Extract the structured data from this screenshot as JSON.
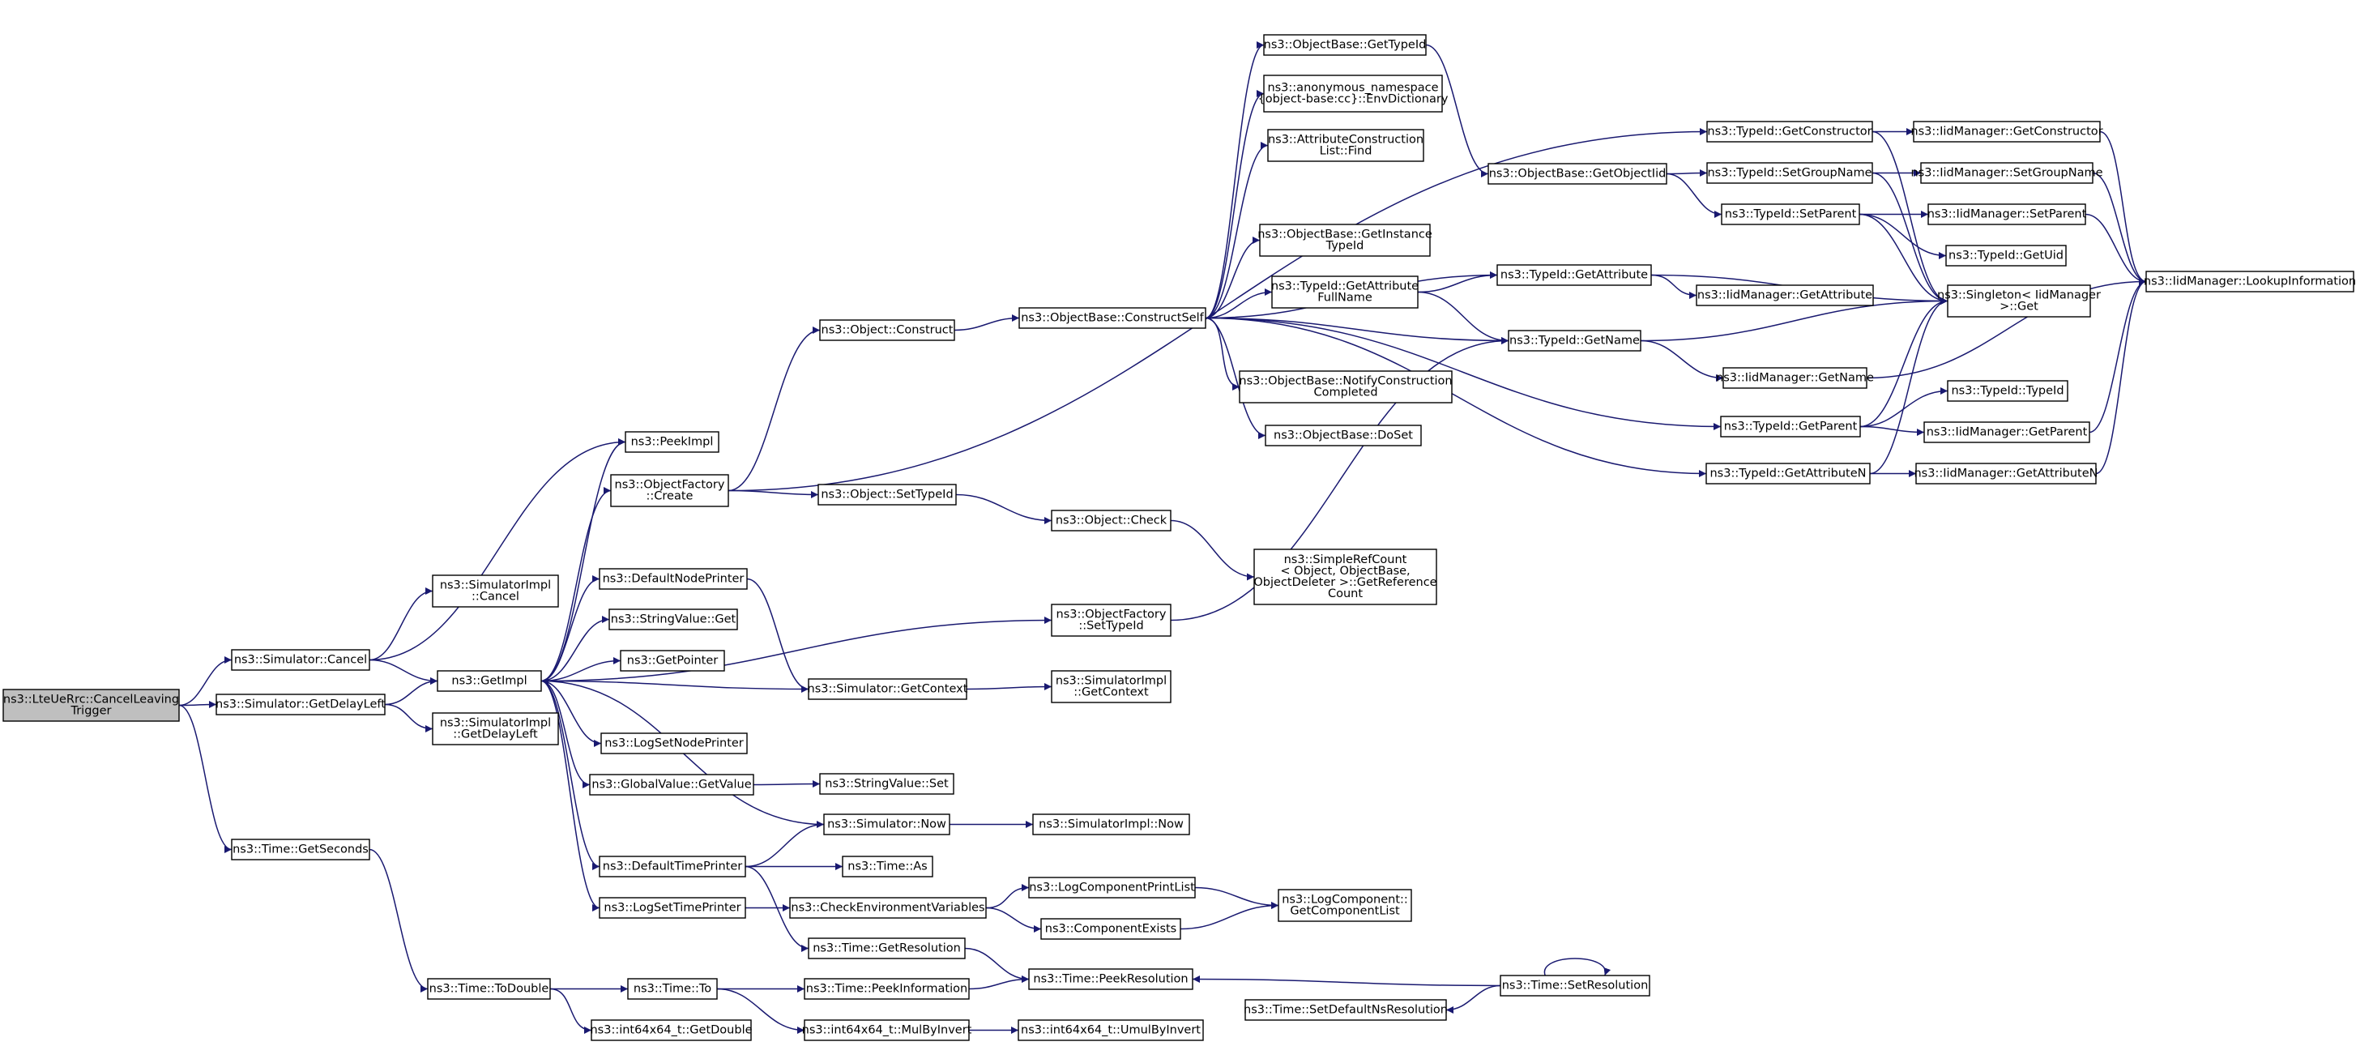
{
  "diagram": {
    "type": "call-graph",
    "colors": {
      "edge": "#191970",
      "node_border": "#000000",
      "node_fill": "#ffffff",
      "root_fill": "#bfbfbf"
    },
    "nodes": [
      {
        "id": "root",
        "lines": [
          "ns3::LteUeRrc::CancelLeaving",
          "Trigger"
        ],
        "root": true
      },
      {
        "id": "simCancel",
        "lines": [
          "ns3::Simulator::Cancel"
        ]
      },
      {
        "id": "simGetDelayLeft",
        "lines": [
          "ns3::Simulator::GetDelayLeft"
        ]
      },
      {
        "id": "timeGetSeconds",
        "lines": [
          "ns3::Time::GetSeconds"
        ]
      },
      {
        "id": "simImplCancel",
        "lines": [
          "ns3::SimulatorImpl",
          "::Cancel"
        ]
      },
      {
        "id": "getImpl",
        "lines": [
          "ns3::GetImpl"
        ]
      },
      {
        "id": "simImplGetDelayLeft",
        "lines": [
          "ns3::SimulatorImpl",
          "::GetDelayLeft"
        ]
      },
      {
        "id": "timeToDouble",
        "lines": [
          "ns3::Time::ToDouble"
        ]
      },
      {
        "id": "peekImpl",
        "lines": [
          "ns3::PeekImpl"
        ]
      },
      {
        "id": "objFactoryCreate",
        "lines": [
          "ns3::ObjectFactory",
          "::Create"
        ]
      },
      {
        "id": "defaultNodePrinter",
        "lines": [
          "ns3::DefaultNodePrinter"
        ]
      },
      {
        "id": "stringValueGet",
        "lines": [
          "ns3::StringValue::Get"
        ]
      },
      {
        "id": "getPointer",
        "lines": [
          "ns3::GetPointer"
        ]
      },
      {
        "id": "logSetNodePrinter",
        "lines": [
          "ns3::LogSetNodePrinter"
        ]
      },
      {
        "id": "globalValueGetValue",
        "lines": [
          "ns3::GlobalValue::GetValue"
        ]
      },
      {
        "id": "defaultTimePrinter",
        "lines": [
          "ns3::DefaultTimePrinter"
        ]
      },
      {
        "id": "logSetTimePrinter",
        "lines": [
          "ns3::LogSetTimePrinter"
        ]
      },
      {
        "id": "timeTo",
        "lines": [
          "ns3::Time::To"
        ]
      },
      {
        "id": "int64GetDouble",
        "lines": [
          "ns3::int64x64_t::GetDouble"
        ]
      },
      {
        "id": "objectConstruct",
        "lines": [
          "ns3::Object::Construct"
        ]
      },
      {
        "id": "objectSetTypeId",
        "lines": [
          "ns3::Object::SetTypeId"
        ]
      },
      {
        "id": "simGetContext",
        "lines": [
          "ns3::Simulator::GetContext"
        ]
      },
      {
        "id": "stringValueSet",
        "lines": [
          "ns3::StringValue::Set"
        ]
      },
      {
        "id": "simNow",
        "lines": [
          "ns3::Simulator::Now"
        ]
      },
      {
        "id": "timeAs",
        "lines": [
          "ns3::Time::As"
        ]
      },
      {
        "id": "checkEnvVars",
        "lines": [
          "ns3::CheckEnvironmentVariables"
        ]
      },
      {
        "id": "timeGetResolution",
        "lines": [
          "ns3::Time::GetResolution"
        ]
      },
      {
        "id": "timePeekInformation",
        "lines": [
          "ns3::Time::PeekInformation"
        ]
      },
      {
        "id": "int64MulByInvert",
        "lines": [
          "ns3::int64x64_t::MulByInvert"
        ]
      },
      {
        "id": "objBaseConstructSelf",
        "lines": [
          "ns3::ObjectBase::ConstructSelf"
        ]
      },
      {
        "id": "objectCheck",
        "lines": [
          "ns3::Object::Check"
        ]
      },
      {
        "id": "objFactorySetTypeId",
        "lines": [
          "ns3::ObjectFactory",
          "::SetTypeId"
        ]
      },
      {
        "id": "simImplGetContext",
        "lines": [
          "ns3::SimulatorImpl",
          "::GetContext"
        ]
      },
      {
        "id": "simImplNow",
        "lines": [
          "ns3::SimulatorImpl::Now"
        ]
      },
      {
        "id": "logCompPrintList",
        "lines": [
          "ns3::LogComponentPrintList"
        ]
      },
      {
        "id": "componentExists",
        "lines": [
          "ns3::ComponentExists"
        ]
      },
      {
        "id": "timePeekResolution",
        "lines": [
          "ns3::Time::PeekResolution"
        ]
      },
      {
        "id": "int64UmulByInvert",
        "lines": [
          "ns3::int64x64_t::UmulByInvert"
        ]
      },
      {
        "id": "objBaseGetTypeId",
        "lines": [
          "ns3::ObjectBase::GetTypeId"
        ]
      },
      {
        "id": "envDictionary",
        "lines": [
          "ns3::anonymous_namespace",
          "{object-base:cc}::EnvDictionary"
        ]
      },
      {
        "id": "attrConstructionListFind",
        "lines": [
          "ns3::AttributeConstruction",
          "List::Find"
        ]
      },
      {
        "id": "objBaseGetInstanceTypeId",
        "lines": [
          "ns3::ObjectBase::GetInstance",
          "TypeId"
        ]
      },
      {
        "id": "typeIdGetAttributeFullName",
        "lines": [
          "ns3::TypeId::GetAttribute",
          "FullName"
        ]
      },
      {
        "id": "objBaseNotifyConstructionCompleted",
        "lines": [
          "ns3::ObjectBase::NotifyConstruction",
          "Completed"
        ]
      },
      {
        "id": "objBaseDoSet",
        "lines": [
          "ns3::ObjectBase::DoSet"
        ]
      },
      {
        "id": "simpleRefCount",
        "lines": [
          "ns3::SimpleRefCount",
          "< Object, ObjectBase,",
          "ObjectDeleter >::GetReference",
          "Count"
        ]
      },
      {
        "id": "logComponentGetList",
        "lines": [
          "ns3::LogComponent::",
          "GetComponentList"
        ]
      },
      {
        "id": "timeSetDefaultNsResolution",
        "lines": [
          "ns3::Time::SetDefaultNsResolution"
        ]
      },
      {
        "id": "objBaseGetObjectIid",
        "lines": [
          "ns3::ObjectBase::GetObjectIid"
        ]
      },
      {
        "id": "typeIdGetAttribute",
        "lines": [
          "ns3::TypeId::GetAttribute"
        ]
      },
      {
        "id": "typeIdGetName",
        "lines": [
          "ns3::TypeId::GetName"
        ]
      },
      {
        "id": "typeIdGetConstructor",
        "lines": [
          "ns3::TypeId::GetConstructor"
        ]
      },
      {
        "id": "typeIdSetGroupName",
        "lines": [
          "ns3::TypeId::SetGroupName"
        ]
      },
      {
        "id": "typeIdSetParent",
        "lines": [
          "ns3::TypeId::SetParent"
        ]
      },
      {
        "id": "iidMgrGetAttribute",
        "lines": [
          "ns3::IidManager::GetAttribute"
        ]
      },
      {
        "id": "iidMgrGetName",
        "lines": [
          "ns3::IidManager::GetName"
        ]
      },
      {
        "id": "typeIdGetParent",
        "lines": [
          "ns3::TypeId::GetParent"
        ]
      },
      {
        "id": "typeIdGetAttributeN",
        "lines": [
          "ns3::TypeId::GetAttributeN"
        ]
      },
      {
        "id": "timeSetResolution",
        "lines": [
          "ns3::Time::SetResolution"
        ]
      },
      {
        "id": "iidMgrGetConstructor",
        "lines": [
          "ns3::IidManager::GetConstructor"
        ]
      },
      {
        "id": "iidMgrSetGroupName",
        "lines": [
          "ns3::IidManager::SetGroupName"
        ]
      },
      {
        "id": "iidMgrSetParent",
        "lines": [
          "ns3::IidManager::SetParent"
        ]
      },
      {
        "id": "typeIdGetUid",
        "lines": [
          "ns3::TypeId::GetUid"
        ]
      },
      {
        "id": "singletonGet",
        "lines": [
          "ns3::Singleton< IidManager",
          ">::Get"
        ]
      },
      {
        "id": "typeIdTypeId",
        "lines": [
          "ns3::TypeId::TypeId"
        ]
      },
      {
        "id": "iidMgrGetParent",
        "lines": [
          "ns3::IidManager::GetParent"
        ]
      },
      {
        "id": "iidMgrGetAttributeN",
        "lines": [
          "ns3::IidManager::GetAttributeN"
        ]
      },
      {
        "id": "iidMgrLookupInformation",
        "lines": [
          "ns3::IidManager::LookupInformation"
        ]
      }
    ]
  }
}
